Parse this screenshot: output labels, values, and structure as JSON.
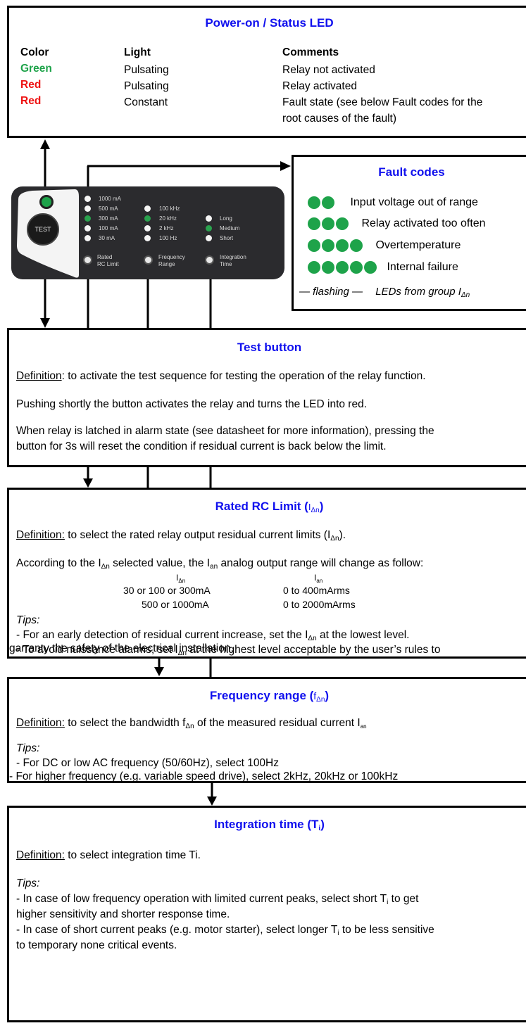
{
  "status_led": {
    "title": "Power-on / Status LED",
    "headers": [
      "Color",
      "Light",
      "Comments"
    ],
    "rows": [
      {
        "color": "Green",
        "color_hex": "#1ea34a",
        "light": "Pulsating",
        "comment": "Relay not activated"
      },
      {
        "color": "Red",
        "color_hex": "#ee1111",
        "light": "Pulsating",
        "comment": "Relay activated"
      },
      {
        "color": "Red",
        "color_hex": "#ee1111",
        "light": "Constant",
        "comment": "Fault state (see below Fault codes for the",
        "comment2": "root causes of the fault)"
      }
    ]
  },
  "fault_codes": {
    "title": "Fault codes",
    "items": [
      {
        "dots": 2,
        "label": "Input voltage out of range"
      },
      {
        "dots": 3,
        "label": "Relay activated too often"
      },
      {
        "dots": 4,
        "label": "Overtemperature"
      },
      {
        "dots": 5,
        "label": "Internal failure"
      }
    ],
    "note_a": "— flashing —",
    "note_b": "LEDs from group I",
    "note_sub": "Δn"
  },
  "panel": {
    "test": "TEST",
    "col1": [
      "1000 mA",
      "500  mA",
      "300  mA",
      "100  mA",
      "30    mA"
    ],
    "col2": [
      "100  kHz",
      "20   kHz",
      "2    kHz",
      "100  Hz"
    ],
    "col3": [
      "Long",
      "Medium",
      "Short"
    ],
    "knob1": [
      "Rated",
      "RC Limit"
    ],
    "knob2": [
      "Frequency",
      "Range"
    ],
    "knob3": [
      "Integration",
      "Time"
    ]
  },
  "test_button": {
    "title": "Test button",
    "def_label": "Definition",
    "def_text": ": to activate the test sequence for testing the operation of the relay function.",
    "p2": "Pushing shortly the button activates the relay and turns the LED into red.",
    "p3a": "When relay is latched in alarm state (see datasheet for more information), pressing the",
    "p3b": "button for 3s will reset the condition if residual current is back below the limit."
  },
  "rated_rc": {
    "title": "Rated RC Limit (",
    "title_sym": "I",
    "title_sub": "Δn",
    "title_end": ")",
    "def_label": "Definition:",
    "def_text": " to select the rated relay output residual current limits (I",
    "def_sub": "Δn",
    "def_end": ").",
    "acc_a": "According to the I",
    "acc_sub1": "Δn",
    "acc_b": " selected value, the I",
    "acc_sub2": "an",
    "acc_c": " analog output range will change as follow:",
    "col1_head": "I",
    "col1_sub": "Δn",
    "col2_head": "I",
    "col2_sub": "an",
    "table": [
      {
        "a": "30 or 100 or 300mA",
        "b": "0 to 400mArms"
      },
      {
        "a": "500 or 1000mA",
        "b": "0 to 2000mArms"
      }
    ],
    "tips": "Tips:",
    "tip1a": "- For an early detection of residual current increase, set the I",
    "tip1_sub": "Δn",
    "tip1b": " at the lowest level.",
    "tip2a": "- To avoid nuissance alarms, set I",
    "tip2_sub": "Δn",
    "tip2b": " at the highest level acceptable by the user’s rules to",
    "tip2c": "garranty the safety of the electrical installation."
  },
  "freq": {
    "title": "Frequency range (",
    "title_sym": "f",
    "title_sub": "Δn",
    "title_end": ")",
    "def_label": "Definition:",
    "def_text": " to select the bandwidth f",
    "def_sub": "Δn",
    "def_mid": " of the measured residual current I",
    "def_sub2": "an",
    "tips": "Tips:",
    "tip1": "- For DC or low AC frequency (50/60Hz), select 100Hz",
    "tip2": "- For higher frequency (e.g. variable speed drive), select 2kHz, 20kHz or 100kHz"
  },
  "integration": {
    "title": "Integration time (T",
    "title_sub": "i",
    "title_end": ")",
    "def_label": "Definition:",
    "def_text": " to select integration time Ti.",
    "tips": "Tips:",
    "tip1a": "- In case of low frequency operation with limited current peaks, select short T",
    "tip1_sub": "i",
    "tip1b": " to get",
    "tip1c": "higher sensitivity and shorter response time.",
    "tip2a": "- In case of short current peaks (e.g. motor starter), select longer T",
    "tip2_sub": "i",
    "tip2b": " to be less sensitive",
    "tip2c": "to temporary none critical events."
  }
}
